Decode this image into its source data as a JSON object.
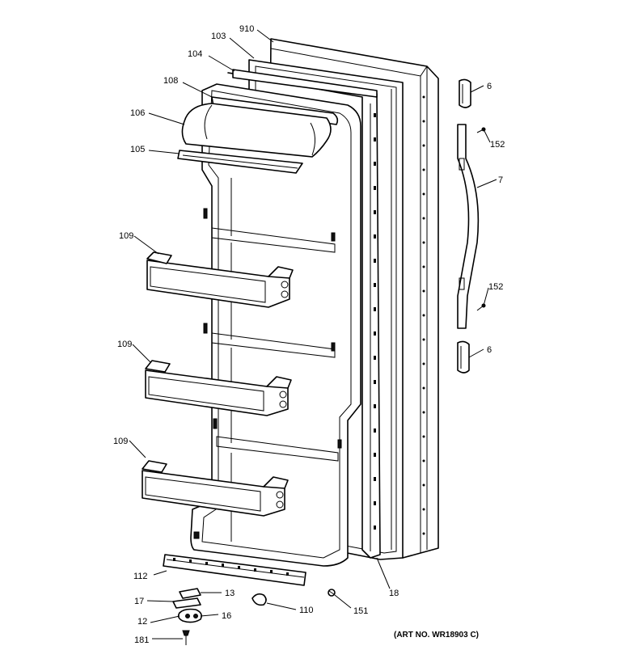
{
  "labels": {
    "p910": "910",
    "p103": "103",
    "p104": "104",
    "p108": "108",
    "p106": "106",
    "p105": "105",
    "p109a": "109",
    "p109b": "109",
    "p109c": "109",
    "p112": "112",
    "p17": "17",
    "p13": "13",
    "p12": "12",
    "p16": "16",
    "p181": "181",
    "p110": "110",
    "p151": "151",
    "p18": "18",
    "p6a": "6",
    "p152a": "152",
    "p7": "7",
    "p152b": "152",
    "p6b": "6"
  },
  "art_number": "(ART NO. WR18903 C)"
}
